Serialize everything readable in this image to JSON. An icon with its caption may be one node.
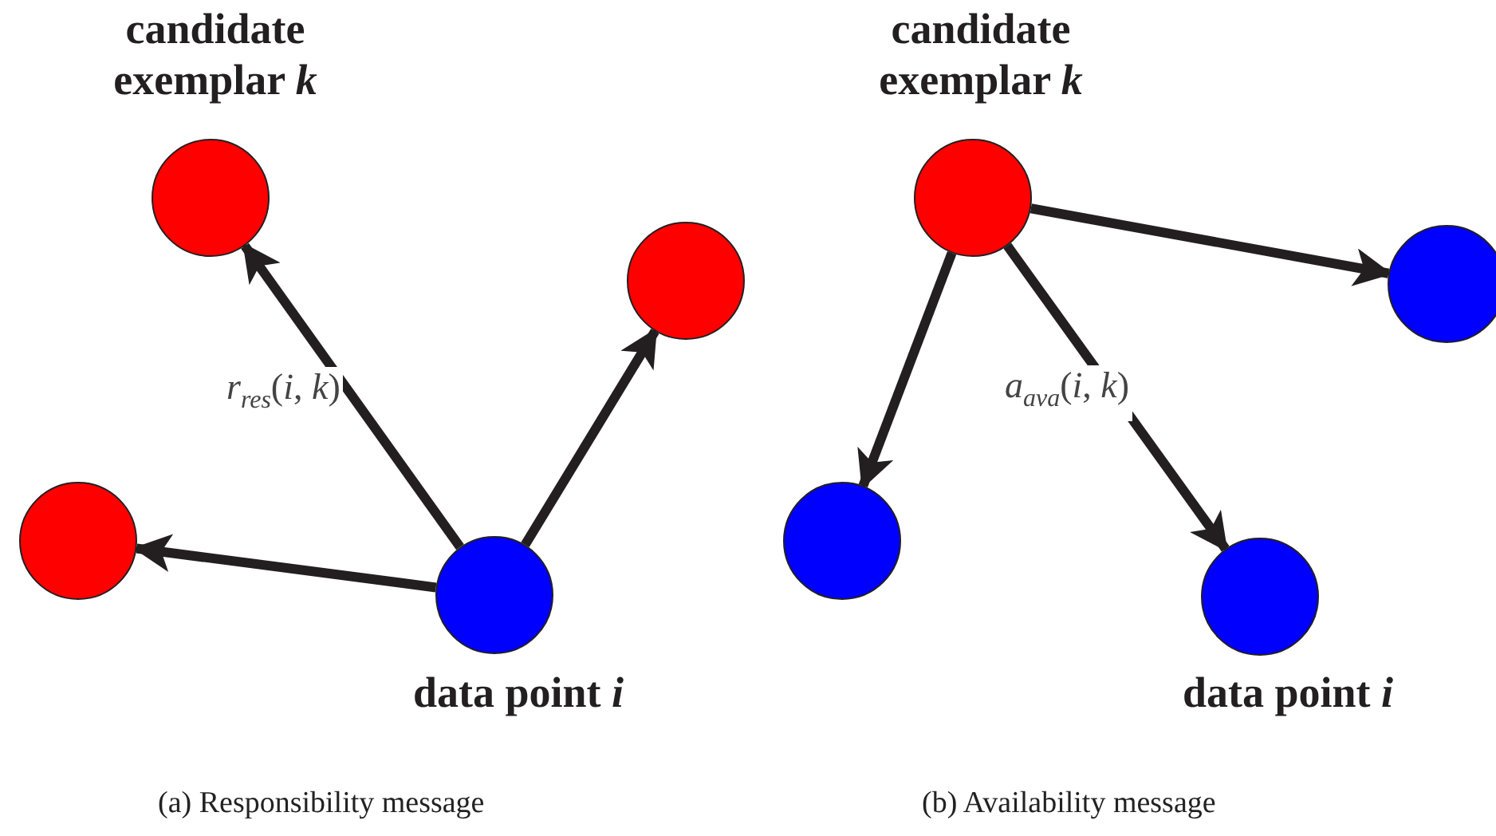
{
  "diagram": {
    "nodes": [
      {
        "text": [
          "candidate exemplar *k*"
        ]
      },
      {
        "text": [],
        "shape": "circle"
      },
      {
        "text": [],
        "shape": "circle"
      },
      {
        "text": [
          "data point *i*"
        ]
      },
      {
        "text": [
          "candidate exemplar *k*"
        ]
      },
      {
        "text": [],
        "shape": "circle"
      },
      {
        "text": [],
        "shape": "circle"
      },
      {
        "text": [
          "data point *i*"
        ]
      }
    ],
    "edges": [
      {
        "from": 3,
        "to": 0,
        "arrow": "to",
        "label": "*r*$_{res}$(*i*, *k*)"
      },
      {
        "from": 3,
        "to": 1,
        "arrow": "to"
      },
      {
        "from": 3,
        "to": 2,
        "arrow": "to"
      },
      {
        "from": 4,
        "to": 5,
        "arrow": "to"
      },
      {
        "from": 4,
        "to": 6,
        "arrow": "to"
      },
      {
        "from": 4,
        "to": 7,
        "arrow": "to",
        "label": "*a*$_{ava}$(*i*, *k*)"
      }
    ],
    "labels": [
      "(a) Responsibility message",
      "(b) Availability message"
    ]
  }
}
